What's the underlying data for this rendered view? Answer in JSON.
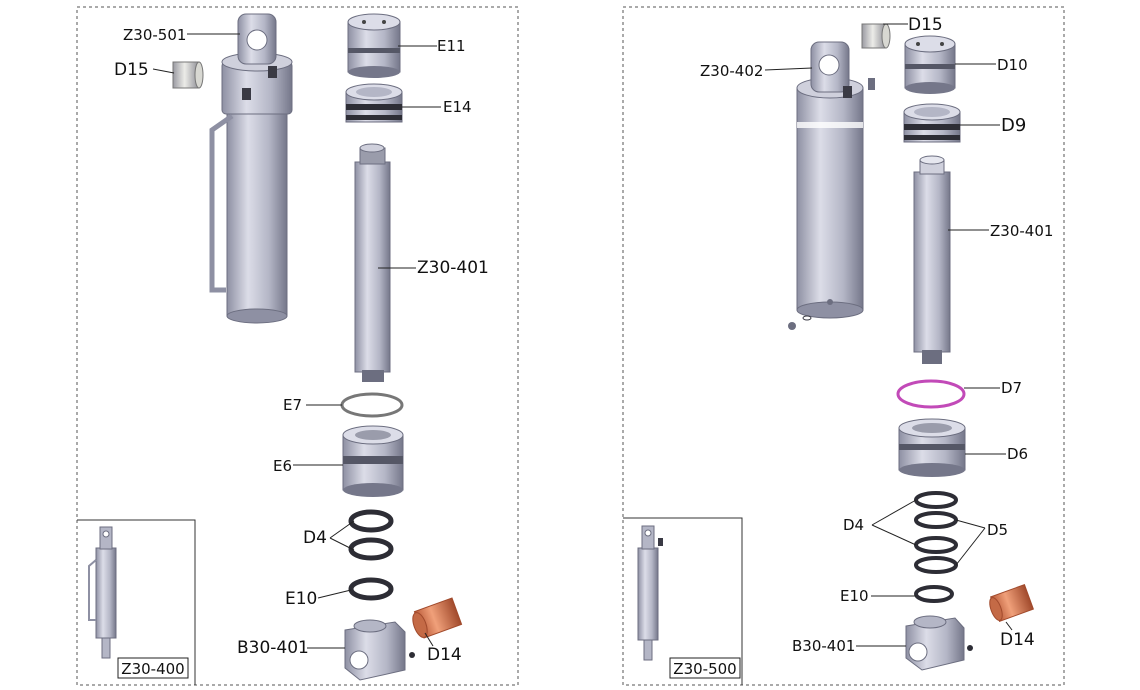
{
  "left_panel": {
    "labels": {
      "barrel": "Z30-501",
      "bushing": "D15",
      "head": "E11",
      "seal_pack": "E14",
      "rod": "Z30-401",
      "oring": "E7",
      "piston": "E6",
      "rings": "D4",
      "wiper": "E10",
      "base_block": "B30-401",
      "base_bushing": "D14"
    },
    "inset_caption": "Z30-400"
  },
  "right_panel": {
    "labels": {
      "bushing": "D15",
      "barrel": "Z30-402",
      "head": "D10",
      "seal_pack": "D9",
      "rod": "Z30-401",
      "oring": "D7",
      "piston": "D6",
      "rings_a": "D4",
      "rings_b": "D5",
      "wiper": "E10",
      "base_block": "B30-401",
      "base_bushing": "D14"
    },
    "inset_caption": "Z30-500"
  },
  "colors": {
    "steel_light": "#d7d8e3",
    "steel_mid": "#a9abbb",
    "steel_dark": "#6c6e80",
    "seal_dark": "#2d2d35",
    "oring_magenta": "#c24ab8",
    "copper": "#d97a55"
  }
}
